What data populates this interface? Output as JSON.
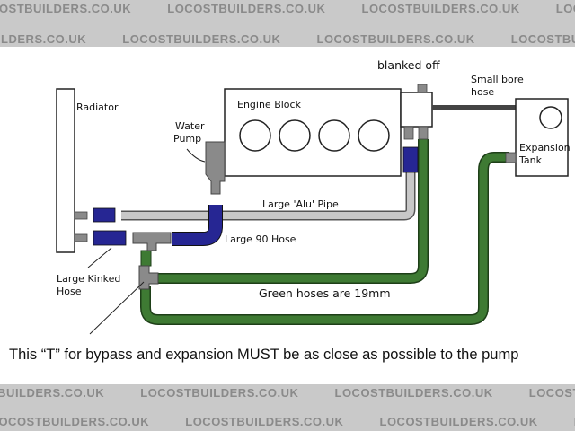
{
  "watermark": "LOCOSTBUILDERS.CO.UK",
  "labels": {
    "radiator": "Radiator",
    "engine_block": "Engine Block",
    "blanked_off": "blanked off",
    "small_bore_hose_1": "Small bore",
    "small_bore_hose_2": "hose",
    "water_pump_1": "Water",
    "water_pump_2": "Pump",
    "expansion_tank_1": "Expansion",
    "expansion_tank_2": "Tank",
    "large_alu_pipe": "Large 'Alu' Pipe",
    "large_90_hose": "Large 90 Hose",
    "large_kinked_hose_1": "Large Kinked",
    "large_kinked_hose_2": "Hose",
    "green_hoses": "Green hoses are 19mm"
  },
  "caption": "This “T” for bypass and expansion MUST be as close as possible to the pump",
  "colors": {
    "green_hose": "#3e7a33",
    "blue_hose": "#262693",
    "alu_pipe": "#c8c8c8",
    "fittings": "#8a8a8a",
    "small_bore_hose": "#444444"
  }
}
